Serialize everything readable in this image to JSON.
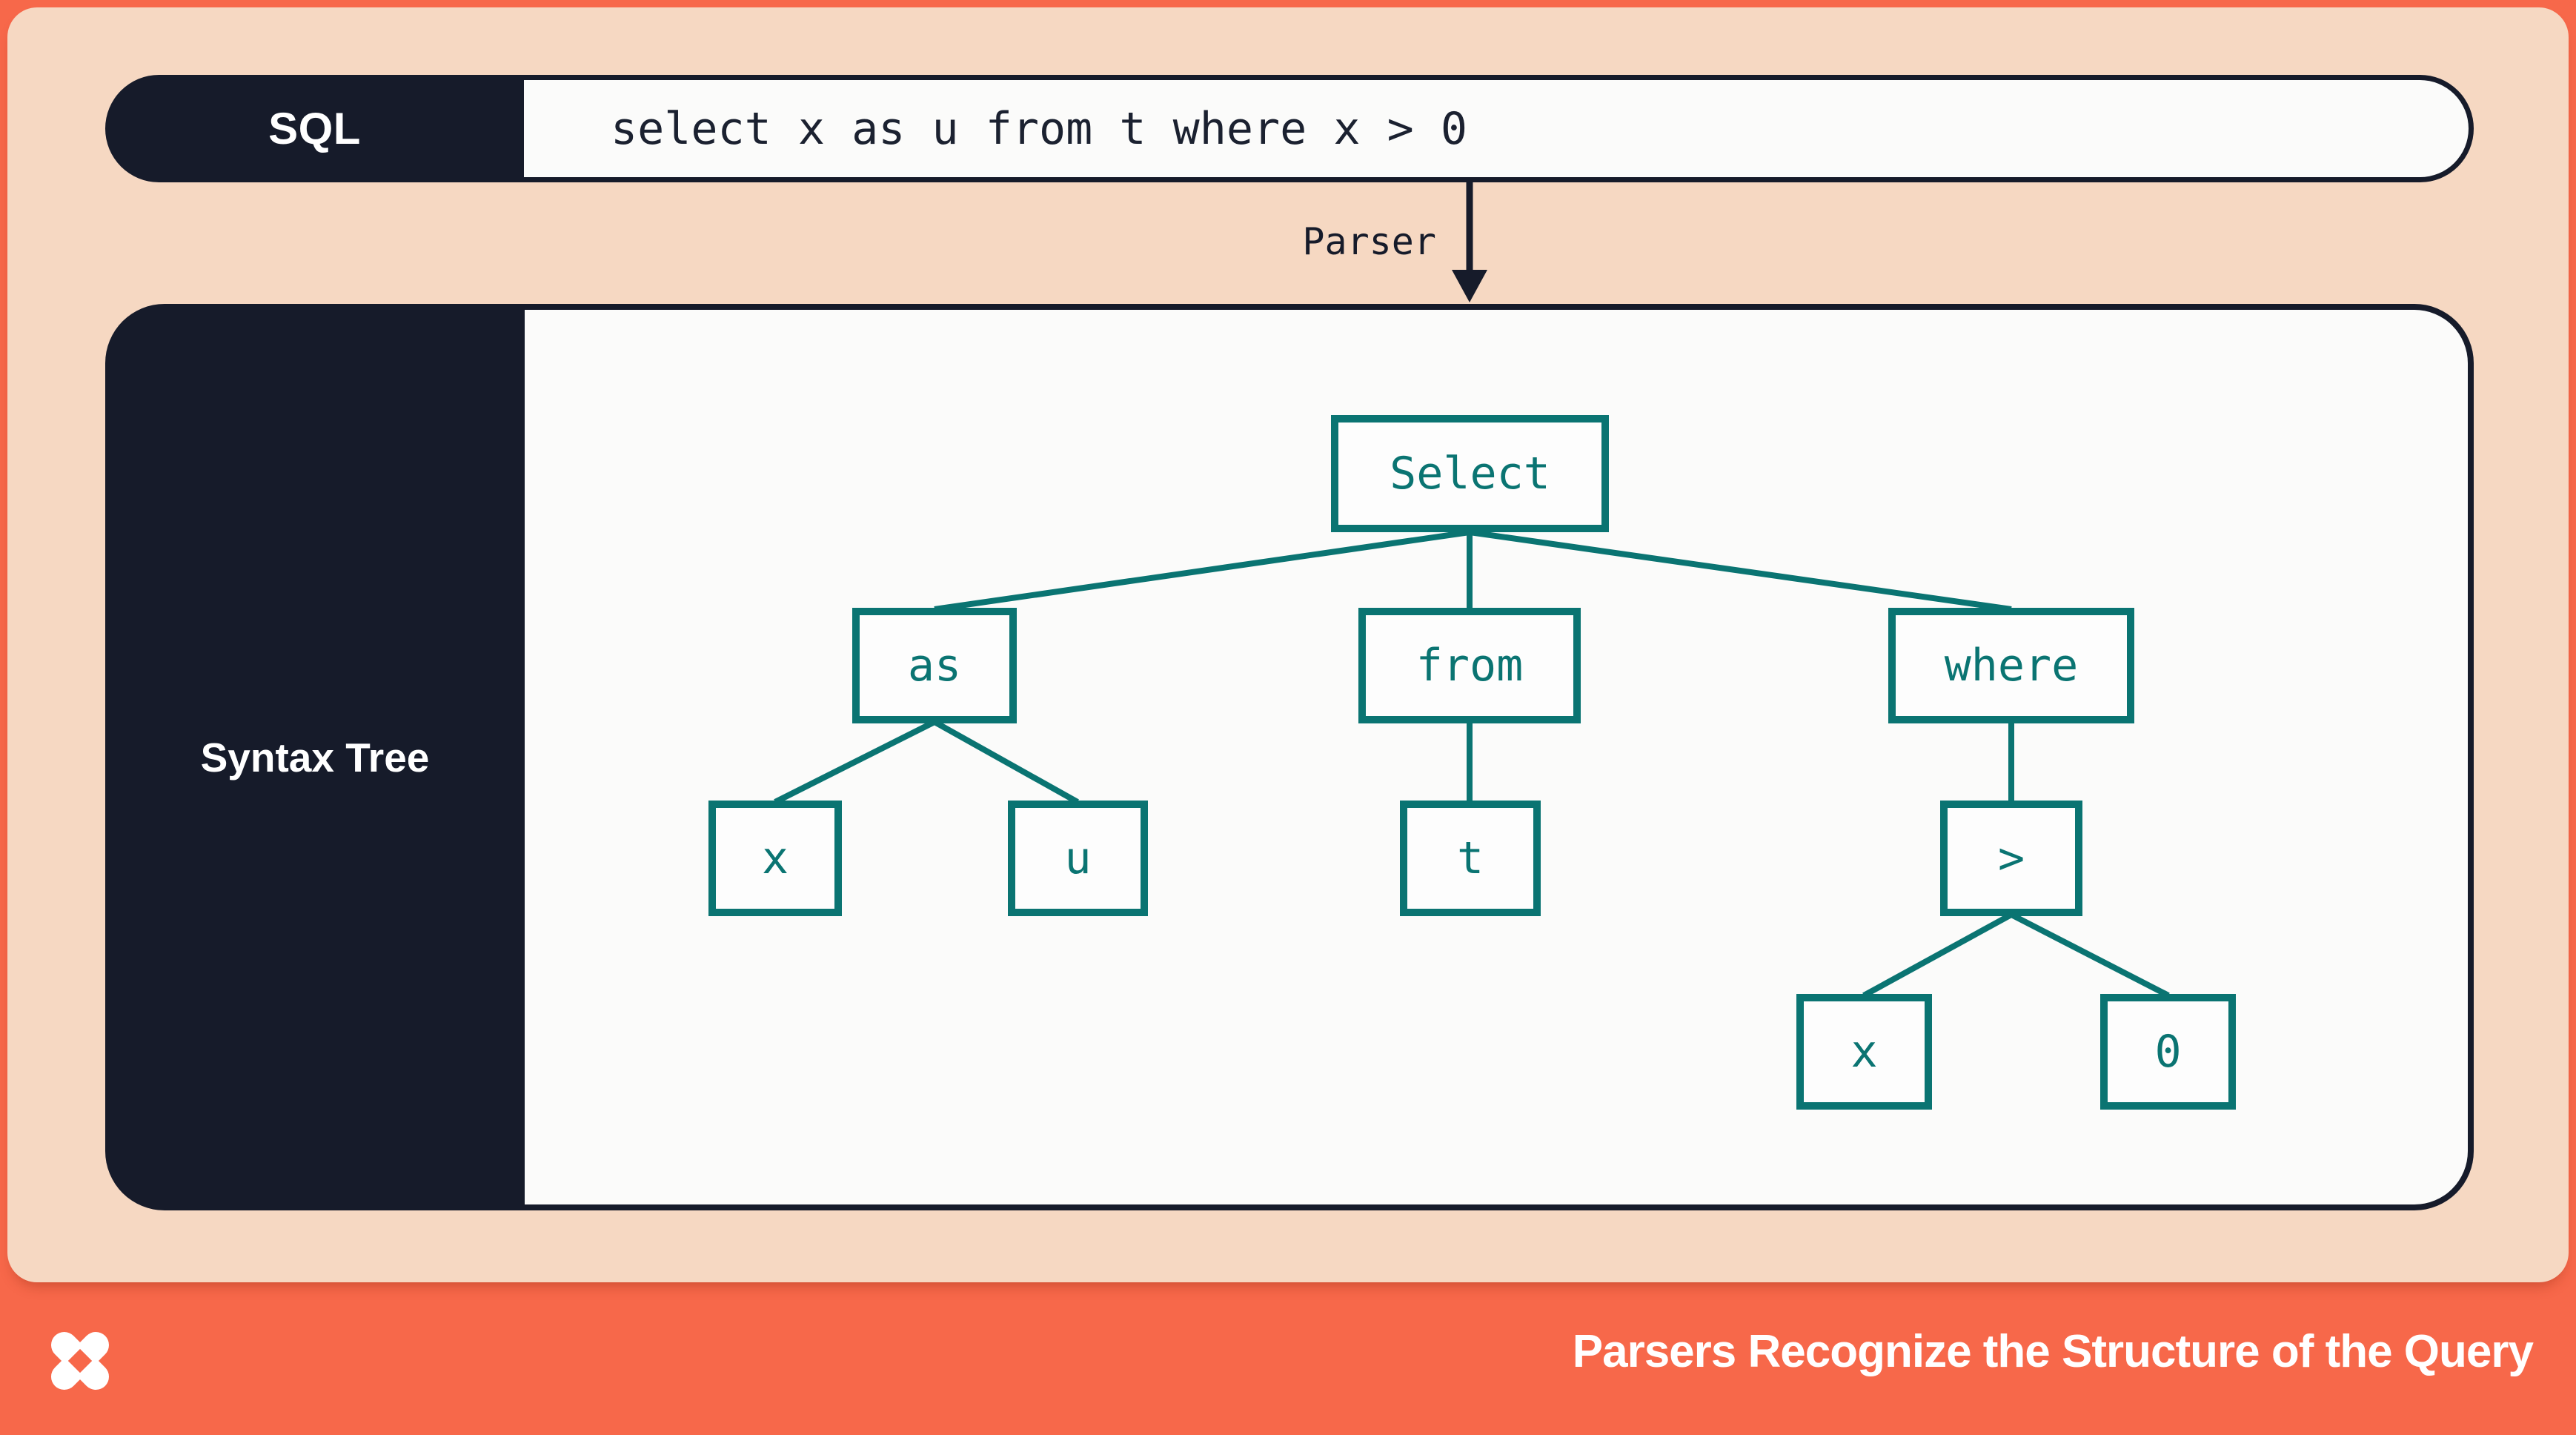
{
  "sql_bar": {
    "label": "SQL",
    "query": "select x as u from t where x > 0"
  },
  "parser": {
    "label": "Parser"
  },
  "syntax_tree": {
    "label": "Syntax Tree",
    "nodes": [
      {
        "id": "select",
        "label": "Select"
      },
      {
        "id": "as",
        "label": "as"
      },
      {
        "id": "from",
        "label": "from"
      },
      {
        "id": "where",
        "label": "where"
      },
      {
        "id": "x1",
        "label": "x"
      },
      {
        "id": "u",
        "label": "u"
      },
      {
        "id": "t",
        "label": "t"
      },
      {
        "id": "gt",
        "label": ">"
      },
      {
        "id": "x2",
        "label": "x"
      },
      {
        "id": "zero",
        "label": "0"
      }
    ],
    "edges": [
      [
        "select",
        "as"
      ],
      [
        "select",
        "from"
      ],
      [
        "select",
        "where"
      ],
      [
        "as",
        "x1"
      ],
      [
        "as",
        "u"
      ],
      [
        "from",
        "t"
      ],
      [
        "where",
        "gt"
      ],
      [
        "gt",
        "x2"
      ],
      [
        "gt",
        "zero"
      ]
    ]
  },
  "footer": {
    "caption": "Parsers Recognize the Structure of the Query",
    "logo": "x-pinwheel-logo"
  },
  "colors": {
    "navy": "#161b2a",
    "teal": "#0a7472",
    "peach": "#f6d8c2",
    "orange": "#f7684a",
    "offwhite": "#fbfbfa"
  }
}
